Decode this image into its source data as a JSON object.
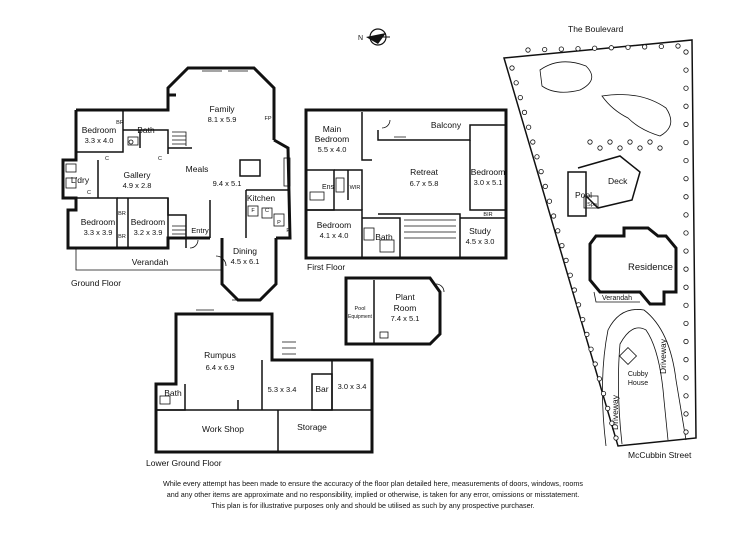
{
  "compass": {
    "label": "N"
  },
  "floors": {
    "ground": {
      "label": "Ground Floor",
      "rooms": {
        "bedroom1": {
          "name": "Bedroom",
          "dims": "3.3 x 4.0"
        },
        "bath": {
          "name": "Bath"
        },
        "gallery": {
          "name": "Gallery",
          "dims": "4.9 x 2.8"
        },
        "laundry": {
          "name": "L'dry"
        },
        "bedroom2": {
          "name": "Bedroom",
          "dims": "3.3 x 3.9"
        },
        "bedroom3": {
          "name": "Bedroom",
          "dims": "3.2 x 3.9"
        },
        "family": {
          "name": "Family",
          "dims": "8.1 x 5.9"
        },
        "meals": {
          "name": "Meals"
        },
        "meals_dims": "9.4 x 5.1",
        "kitchen": {
          "name": "Kitchen"
        },
        "entry": {
          "name": "Entry"
        },
        "dining": {
          "name": "Dining",
          "dims": "4.5 x 6.1"
        },
        "verandah": {
          "name": "Verandah"
        }
      },
      "symbols": {
        "br": "BR",
        "c": "C",
        "fp": "FP",
        "p": "P",
        "f": "F",
        "ref": "REF"
      }
    },
    "first": {
      "label": "First Floor",
      "rooms": {
        "main_bedroom": {
          "name": "Main Bedroom",
          "dims": "5.5 x 4.0"
        },
        "balcony": {
          "name": "Balcony"
        },
        "retreat": {
          "name": "Retreat",
          "dims": "6.7 x 5.8"
        },
        "bedroom_right": {
          "name": "Bedroom",
          "dims": "3.0 x 5.1"
        },
        "ens": {
          "name": "Ens"
        },
        "wir": {
          "name": "WIR"
        },
        "bedroom_lower": {
          "name": "Bedroom",
          "dims": "4.1 x 4.0"
        },
        "bath": {
          "name": "Bath"
        },
        "study": {
          "name": "Study",
          "dims": "4.5 x 3.0"
        },
        "br": {
          "name": "BIR"
        }
      }
    },
    "plant": {
      "rooms": {
        "pool_equipment": {
          "name": "Pool Equipment"
        },
        "plant_room": {
          "name": "Plant Room",
          "dims": "7.4 x 5.1"
        }
      }
    },
    "lower": {
      "label": "Lower Ground Floor",
      "rooms": {
        "rumpus": {
          "name": "Rumpus",
          "dims": "6.4 x 6.9"
        },
        "bath": {
          "name": "Bath"
        },
        "mid_room": {
          "dims": "5.3 x 3.4"
        },
        "bar": {
          "name": "Bar"
        },
        "right_room": {
          "dims": "3.0 x 3.4"
        },
        "workshop": {
          "name": "Work Shop"
        },
        "storage": {
          "name": "Storage"
        }
      }
    }
  },
  "site": {
    "street_top": "The Boulevard",
    "street_bottom": "McCubbin Street",
    "pool": "Pool",
    "spa": "Spa",
    "deck": "Deck",
    "residence": "Residence",
    "verandah": "Verandah",
    "driveway_left": "Driveway",
    "driveway_right": "Driveway",
    "cubby": "Cubby House"
  },
  "disclaimer": {
    "line1": "While every attempt has been made to ensure the accuracy of the floor plan detailed here, measurements of doors, windows, rooms",
    "line2": "and any other items are approximate and no responsibility, implied or otherwise, is taken for any error, omissions or misstatement.",
    "line3": "This plan is for illustrative purposes only and should be utilised as such by any prospective purchaser."
  }
}
